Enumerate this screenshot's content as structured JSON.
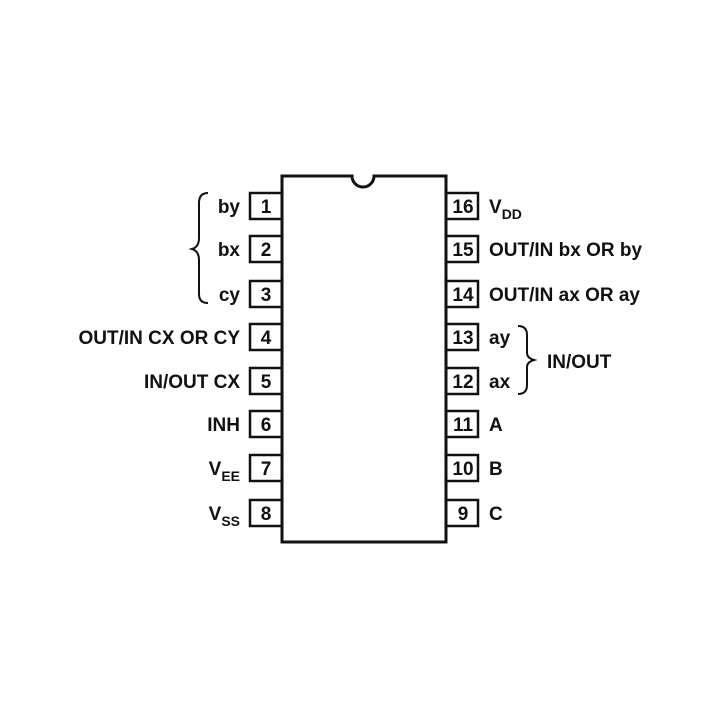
{
  "left_pins": [
    {
      "num": "1",
      "label": "by"
    },
    {
      "num": "2",
      "label": "bx"
    },
    {
      "num": "3",
      "label": "cy"
    },
    {
      "num": "4",
      "label": "OUT/IN CX OR CY"
    },
    {
      "num": "5",
      "label": "IN/OUT CX"
    },
    {
      "num": "6",
      "label": "INH"
    },
    {
      "num": "7",
      "label": "V",
      "sub": "EE"
    },
    {
      "num": "8",
      "label": "V",
      "sub": "SS"
    }
  ],
  "right_pins": [
    {
      "num": "16",
      "label": "V",
      "sub": "DD"
    },
    {
      "num": "15",
      "label": "OUT/IN bx OR by"
    },
    {
      "num": "14",
      "label": "OUT/IN ax OR ay"
    },
    {
      "num": "13",
      "label": "ay"
    },
    {
      "num": "12",
      "label": "ax"
    },
    {
      "num": "11",
      "label": "A"
    },
    {
      "num": "10",
      "label": "B"
    },
    {
      "num": "9",
      "label": "C"
    }
  ],
  "group_label": "IN/OUT"
}
